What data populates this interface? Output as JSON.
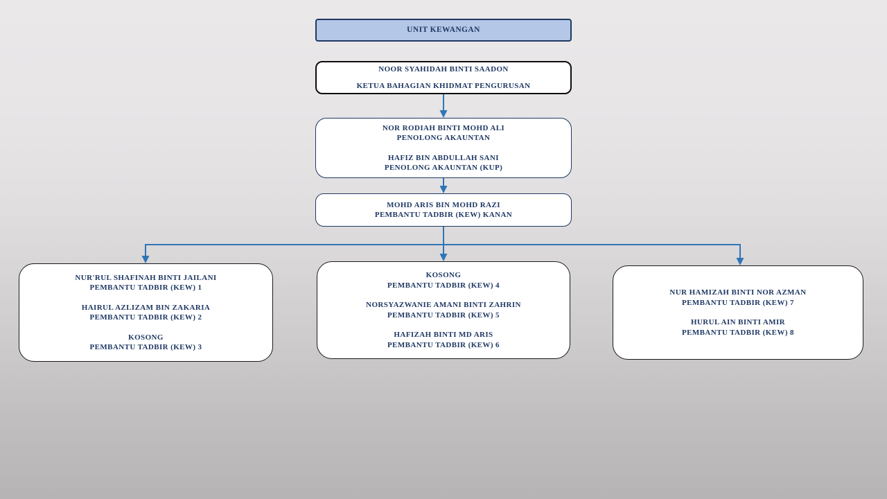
{
  "colors": {
    "connector": "#2E75B6",
    "text_navy": "#1F3864",
    "title_fill": "#B4C7E7",
    "title_border": "#1F3864",
    "head_border": "#0D0D0D",
    "group_border": "#1A1A1A",
    "box_fill": "#FFFFFF"
  },
  "org": {
    "title": "UNIT KEWANGAN",
    "head": {
      "name": "NOOR SYAHIDAH BINTI SAADON",
      "role": "KETUA BAHAGIAN KHIDMAT PENGURUSAN"
    },
    "penolong": {
      "entries": [
        {
          "name": "NOR RODIAH BINTI MOHD ALI",
          "role": "PENOLONG AKAUNTAN"
        },
        {
          "name": "HAFIZ BIN ABDULLAH SANI",
          "role": "PENOLONG AKAUNTAN (KUP)"
        }
      ]
    },
    "kanan": {
      "name": "MOHD ARIS BIN MOHD RAZI",
      "role": "PEMBANTU TADBIR (KEW) KANAN"
    },
    "groups": [
      {
        "entries": [
          {
            "name": "NUR'RUL SHAFINAH BINTI JAILANI",
            "role": "PEMBANTU TADBIR (KEW) 1"
          },
          {
            "name": "HAIRUL AZLIZAM BIN ZAKARIA",
            "role": "PEMBANTU TADBIR (KEW) 2"
          },
          {
            "name": "KOSONG",
            "role": "PEMBANTU TADBIR (KEW) 3"
          }
        ]
      },
      {
        "entries": [
          {
            "name": "KOSONG",
            "role": "PEMBANTU TADBIR (KEW) 4"
          },
          {
            "name": "NORSYAZWANIE AMANI BINTI ZAHRIN",
            "role": "PEMBANTU TADBIR (KEW) 5"
          },
          {
            "name": "HAFIZAH BINTI MD ARIS",
            "role": "PEMBANTU TADBIR (KEW) 6"
          }
        ]
      },
      {
        "entries": [
          {
            "name": "NUR HAMIZAH BINTI NOR AZMAN",
            "role": "PEMBANTU TADBIR (KEW) 7"
          },
          {
            "name": "HURUL AIN BINTI AMIR",
            "role": "PEMBANTU TADBIR (KEW) 8"
          }
        ]
      }
    ]
  }
}
